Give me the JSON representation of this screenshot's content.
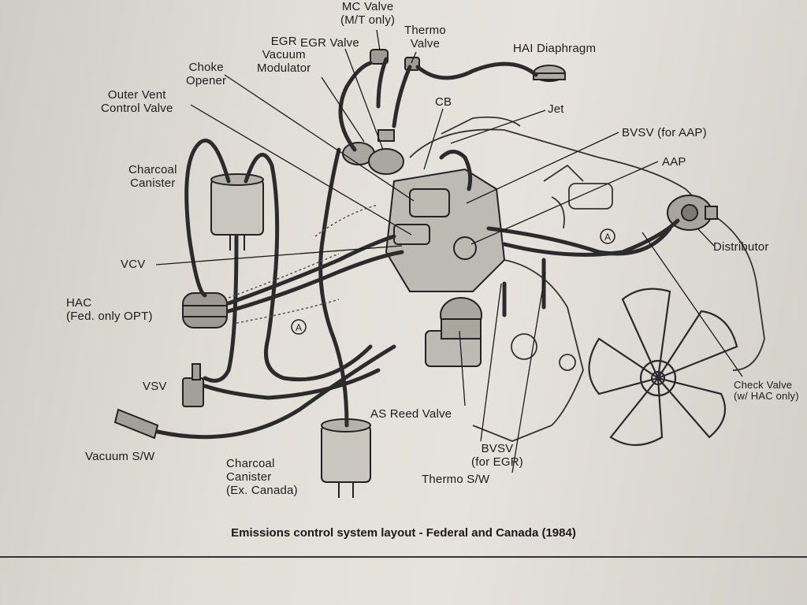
{
  "labels": {
    "mc_valve": "MC Valve\n(M/T only)",
    "thermo_valve": "Thermo\nValve",
    "hai_diaphragm": "HAI Diaphragm",
    "egr_vacuum_modulator": "EGR\nVacuum\nModulator",
    "egr_valve": "EGR Valve",
    "choke_opener": "Choke\nOpener",
    "outer_vent_control_valve": "Outer Vent\nControl Valve",
    "cb": "CB",
    "jet": "Jet",
    "bvsv_aap": "BVSV (for AAP)",
    "aap": "AAP",
    "charcoal_canister_top": "Charcoal\nCanister",
    "distributor": "Distributor",
    "vcv": "VCV",
    "hac": "HAC\n(Fed. only OPT)",
    "vsv": "VSV",
    "vacuum_sw": "Vacuum S/W",
    "charcoal_canister_bottom": "Charcoal\nCanister\n(Ex. Canada)",
    "as_reed_valve": "AS Reed Valve",
    "bvsv_egr": "BVSV\n(for EGR)",
    "thermo_sw": "Thermo S/W",
    "check_valve": "Check Valve\n(w/ HAC only)",
    "marker_a": "A"
  },
  "caption": "Emissions control system layout - Federal and Canada (1984)"
}
